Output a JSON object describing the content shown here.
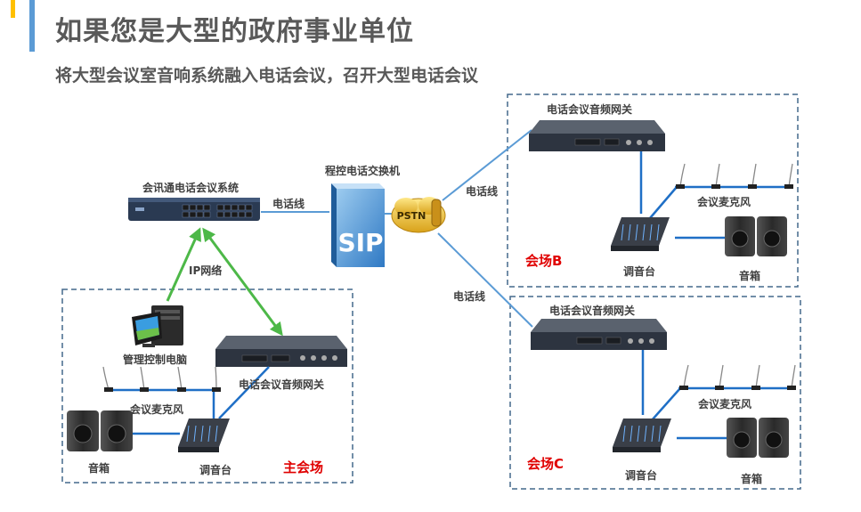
{
  "header": {
    "title": "如果您是大型的政府事业单位",
    "subtitle": "将大型会议室音响系统融入电话会议，召开大型电话会议"
  },
  "colors": {
    "accent": "#5b9bd5",
    "accent_small": "#ffc000",
    "title_text": "#595959",
    "network_line": "#5b9bd5",
    "ip_arrow": "#4db848",
    "venue_label": "#e00000",
    "dashed_border": "#44688c",
    "device_dark": "#2d3440",
    "speaker_dark": "#333333"
  },
  "diagram": {
    "conference_system": {
      "label": "会讯通电话会议系统"
    },
    "phone_line_label": "电话线",
    "pbx": {
      "label": "程控电话交换机",
      "icon_text": "SIP"
    },
    "pstn": {
      "icon_text": "PSTN"
    },
    "ip_network_label": "IP网络",
    "main_venue": {
      "name": "主会场",
      "pc_label": "管理控制电脑",
      "gateway_label": "电话会议音频网关",
      "mic_label": "会议麦克风",
      "speaker_label": "音箱",
      "mixer_label": "调音台"
    },
    "venue_b": {
      "name": "会场B",
      "phone_line_label": "电话线",
      "gateway_label": "电话会议音频网关",
      "mic_label": "会议麦克风",
      "mixer_label": "调音台",
      "speaker_label": "音箱"
    },
    "venue_c": {
      "name": "会场C",
      "phone_line_label": "电话线",
      "gateway_label": "电话会议音频网关",
      "mic_label": "会议麦克风",
      "mixer_label": "调音台",
      "speaker_label": "音箱"
    }
  }
}
